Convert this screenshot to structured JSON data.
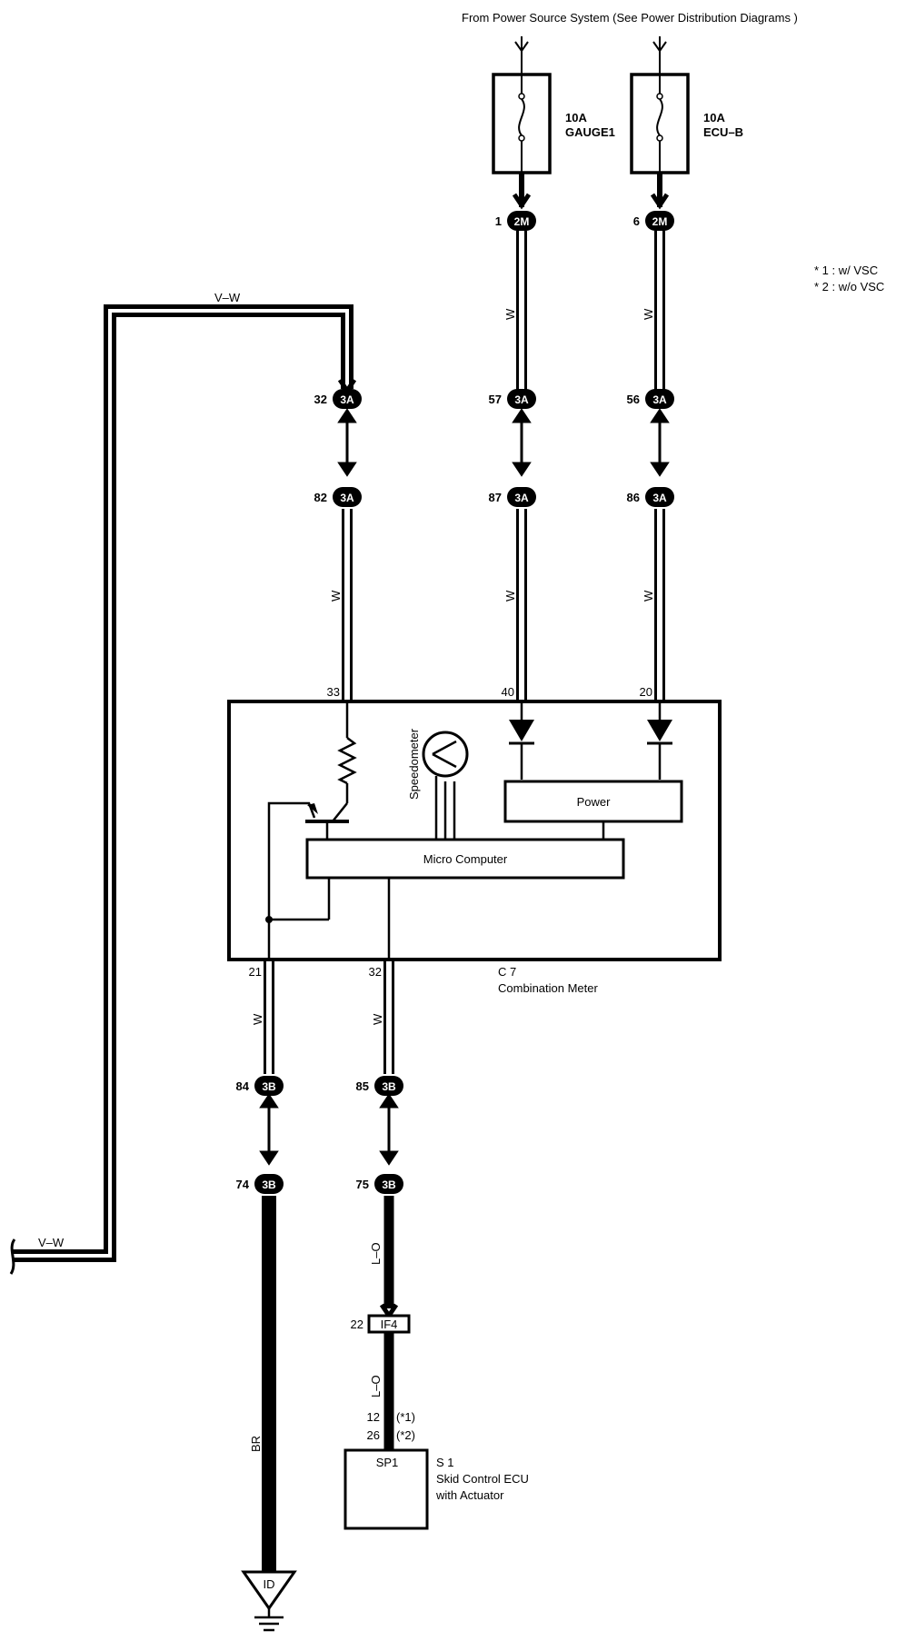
{
  "header": {
    "power_source": "From Power Source System (See Power Distribution Diagrams )"
  },
  "notes": [
    "* 1 : w/ VSC",
    "* 2 : w/o VSC"
  ],
  "fuses": [
    {
      "amp": "10A",
      "name": "GAUGE1"
    },
    {
      "amp": "10A",
      "name": "ECU–B"
    }
  ],
  "connectors": {
    "c2m_1": {
      "code": "2M",
      "pin": "1"
    },
    "c2m_6": {
      "code": "2M",
      "pin": "6"
    },
    "c3a_32": {
      "code": "3A",
      "pin": "32"
    },
    "c3a_57": {
      "code": "3A",
      "pin": "57"
    },
    "c3a_56": {
      "code": "3A",
      "pin": "56"
    },
    "c3a_82": {
      "code": "3A",
      "pin": "82"
    },
    "c3a_87": {
      "code": "3A",
      "pin": "87"
    },
    "c3a_86": {
      "code": "3A",
      "pin": "86"
    },
    "c3b_84": {
      "code": "3B",
      "pin": "84"
    },
    "c3b_85": {
      "code": "3B",
      "pin": "85"
    },
    "c3b_74": {
      "code": "3B",
      "pin": "74"
    },
    "c3b_75": {
      "code": "3B",
      "pin": "75"
    },
    "if4": {
      "code": "IF4",
      "pin": "22"
    }
  },
  "wires": {
    "vw": "V–W",
    "w": "W",
    "lo": "L–O",
    "br": "BR"
  },
  "meter": {
    "pins_top": [
      "33",
      "40",
      "20"
    ],
    "pins_bottom": [
      "21",
      "32"
    ],
    "speedometer": "Speedometer",
    "power": "Power",
    "micro": "Micro Computer",
    "id": "C 7",
    "name": "Combination Meter"
  },
  "ecu": {
    "pin1": "12",
    "pin1_note": "(*1)",
    "pin2": "26",
    "pin2_note": "(*2)",
    "terminal": "SP1",
    "id": "S 1",
    "name_line1": "Skid Control ECU",
    "name_line2": "with Actuator"
  },
  "ground": "ID"
}
